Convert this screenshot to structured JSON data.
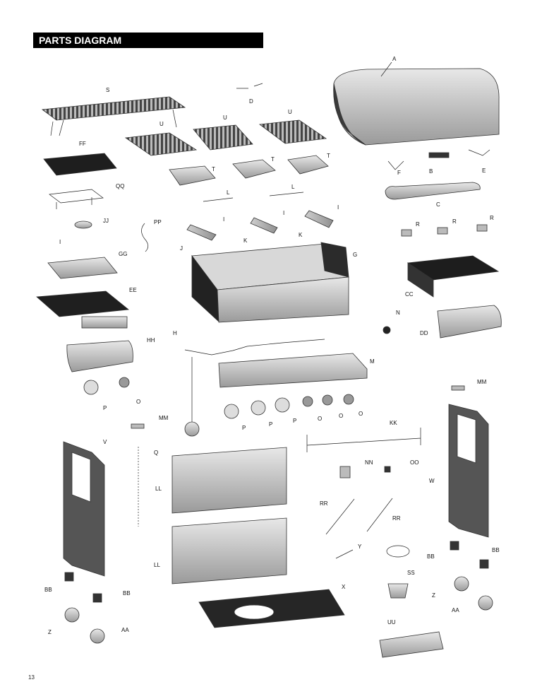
{
  "header": {
    "title": "PARTS DIAGRAM"
  },
  "page_number": "13",
  "parts": {
    "A": "A",
    "B": "B",
    "C": "C",
    "D": "D",
    "E": "E",
    "F": "F",
    "G": "G",
    "H": "H",
    "I": "I",
    "J": "J",
    "K": "K",
    "L": "L",
    "M": "M",
    "N": "N",
    "O": "O",
    "P": "P",
    "Q": "Q",
    "R": "R",
    "S": "S",
    "T": "T",
    "U": "U",
    "V": "V",
    "W": "W",
    "X": "X",
    "Y": "Y",
    "Z": "Z",
    "AA": "AA",
    "BB": "BB",
    "CC": "CC",
    "DD": "DD",
    "EE": "EE",
    "FF": "FF",
    "GG": "GG",
    "HH": "HH",
    "JJ": "JJ",
    "KK": "KK",
    "LL": "LL",
    "MM": "MM",
    "NN": "NN",
    "OO": "OO",
    "PP": "PP",
    "QQ": "QQ",
    "RR": "RR",
    "SS": "SS",
    "UU": "UU"
  }
}
